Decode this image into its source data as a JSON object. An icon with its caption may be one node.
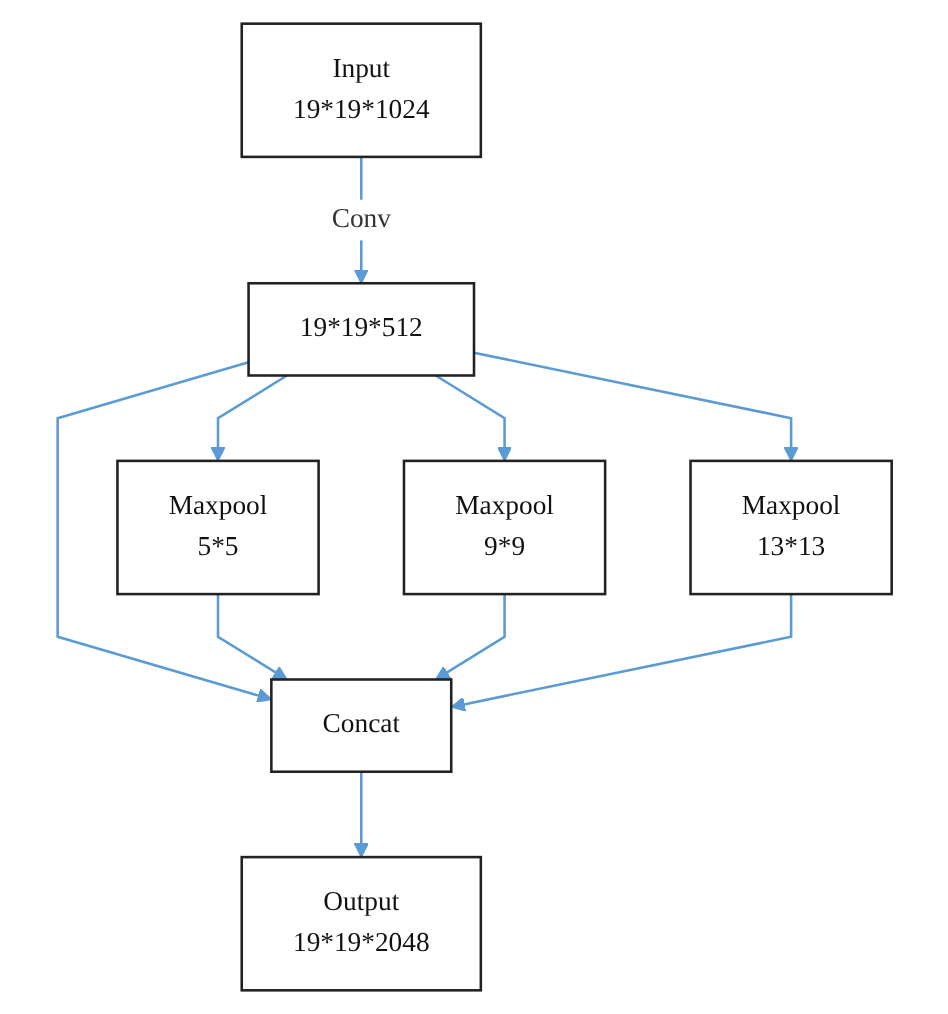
{
  "diagram": {
    "nodes": [
      {
        "text": [
          "Input",
          "19*19*1024"
        ]
      },
      {
        "text": [
          "19*19*512"
        ]
      },
      {
        "text": [
          "Maxpool",
          "5*5"
        ]
      },
      {
        "text": [
          "Maxpool",
          "9*9"
        ]
      },
      {
        "text": [
          "Maxpool",
          "13*13"
        ]
      },
      {
        "text": [
          "Concat"
        ]
      },
      {
        "text": [
          "Output",
          "19*19*2048"
        ]
      }
    ],
    "edges": [
      {
        "from": 0,
        "to": 1,
        "arrow": "to",
        "label": "Conv"
      },
      {
        "from": 1,
        "to": 5,
        "arrow": "to"
      },
      {
        "from": 1,
        "to": 2,
        "arrow": "to"
      },
      {
        "from": 1,
        "to": 3,
        "arrow": "to"
      },
      {
        "from": 1,
        "to": 4,
        "arrow": "to"
      },
      {
        "from": 2,
        "to": 5,
        "arrow": "to"
      },
      {
        "from": 3,
        "to": 5,
        "arrow": "to"
      },
      {
        "from": 4,
        "to": 5,
        "arrow": "to"
      },
      {
        "from": 5,
        "to": 6,
        "arrow": "to"
      }
    ]
  }
}
